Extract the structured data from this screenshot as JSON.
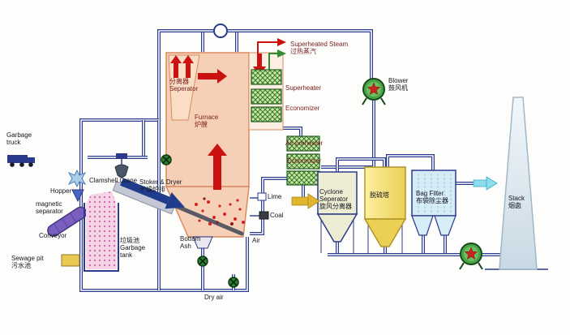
{
  "diagram": {
    "labels": {
      "garbage_truck": "Garbage\ntruck",
      "hopper": "Hopper",
      "magnetic_separator": "magnetic\nseparator",
      "conveyor": "Conveyor",
      "sewage_pit": "Sewage pit\n污水池",
      "clamshell_crane": "Clamshell Crane",
      "garbage_tank": "垃圾池\nGarbage\ntank",
      "separator": "分离器\nSeperator",
      "furnace": "Furnace\n炉膛",
      "stoker_dryer": "Stoker & Dryer\n干燥炉排",
      "lime": "Lime",
      "coal": "Coal",
      "bottom_ash": "Bottom\nAsh",
      "air": "Air",
      "dry_air": "Dry air",
      "superheated_steam": "Superheated Steam\n过热蒸汽",
      "superheater": "Superheater",
      "economizer_upper": "Economizer",
      "air_preheater": "Air preheater",
      "economizer_lower": "Economizer",
      "blower": "Blower\n鼓风机",
      "cyclone_separator": "Cyclone\nSeperator\n旋风分离器",
      "desulfurization_tower": "脱硫塔",
      "bag_filter": "Bag Filter\n布袋除尘器",
      "stack": "Stack\n烟囱"
    },
    "colors": {
      "pipe": "#2b3a8c",
      "furnace_fill": "#f6d0b6",
      "steam_red": "#cc1111",
      "heat_exchanger_green": "#cfe3a0",
      "flow_yellow": "#e2b62c",
      "flow_cyan": "#8fdcec"
    }
  }
}
